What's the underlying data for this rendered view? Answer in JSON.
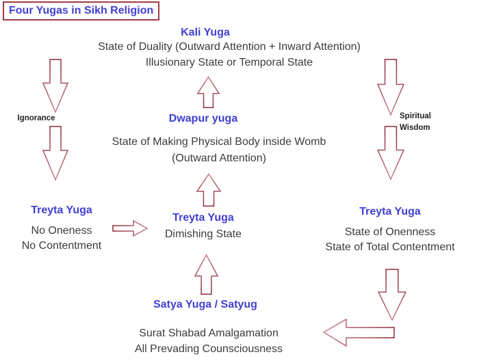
{
  "title": "Four Yugas in Sikh Religion",
  "colors": {
    "heading_blue": "#3f3fd3",
    "arrow_dark": "#8e2838",
    "arrow_light": "#c5808a",
    "border_maroon": "#a03945",
    "body_text": "#3b3b3b",
    "label_text": "#1f1f1f",
    "background": "#ffffff"
  },
  "flow_labels": {
    "left": "Ignorance",
    "right_top": "Spiritual",
    "right_bottom": "Wisdom"
  },
  "stages": {
    "kali": {
      "name": "Kali Yuga",
      "desc1": "State of Duality (Outward Attention + Inward Attention)",
      "desc2": "Illusionary State or Temporal State"
    },
    "dwapur": {
      "name": "Dwapur yuga",
      "desc1": "State of Making Physical Body inside Womb",
      "desc2": "(Outward Attention)"
    },
    "treyta_center": {
      "name": "Treyta Yuga",
      "desc1": "Dimishing State"
    },
    "treyta_left": {
      "name": "Treyta Yuga",
      "desc1": "No Oneness",
      "desc2": "No Contentment"
    },
    "treyta_right": {
      "name": "Treyta Yuga",
      "desc1": "State of Onenness",
      "desc2": "State of Total Contentment"
    },
    "satya": {
      "name": "Satya Yuga / Satyug",
      "desc1": "Surat Shabad Amalgamation",
      "desc2": "All Prevading Counsciousness"
    }
  }
}
